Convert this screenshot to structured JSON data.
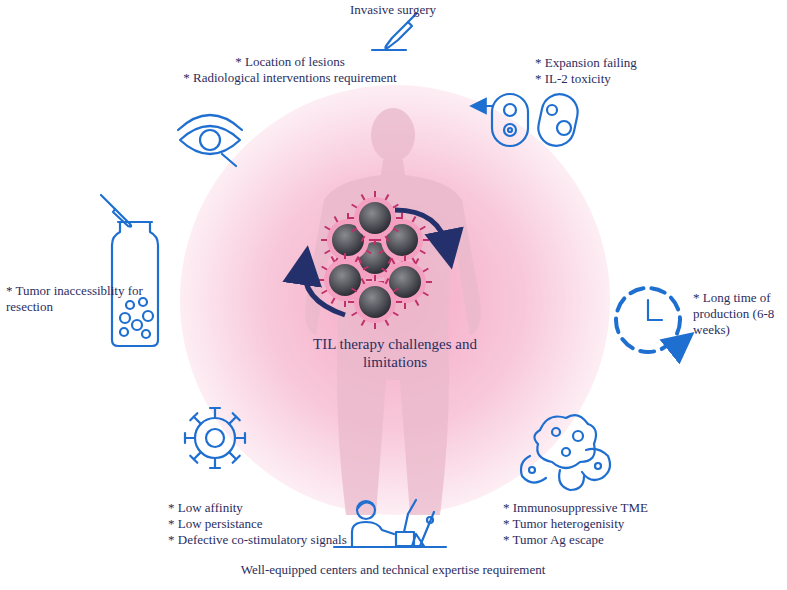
{
  "diagram": {
    "nodes": [
      {
        "text": [
          "TIL therapy challenges and limitations"
        ]
      }
    ],
    "labels": [
      "Invasive surgery",
      "* Location of lesions",
      "* Radiological interventions requirement",
      "* Expansion failing",
      "* IL-2 toxicity",
      "* Tumor inaccessiblity for resection",
      "* Long time of production (6-8 weeks)",
      "* Low affinity",
      "* Low persistance",
      "* Defective co-stimulatory signals",
      "Well-equipped centers and technical expertise requirement",
      "* Immunosuppressive TME",
      "* Tumor heterogenisity",
      "* Tumor Ag escape"
    ]
  }
}
